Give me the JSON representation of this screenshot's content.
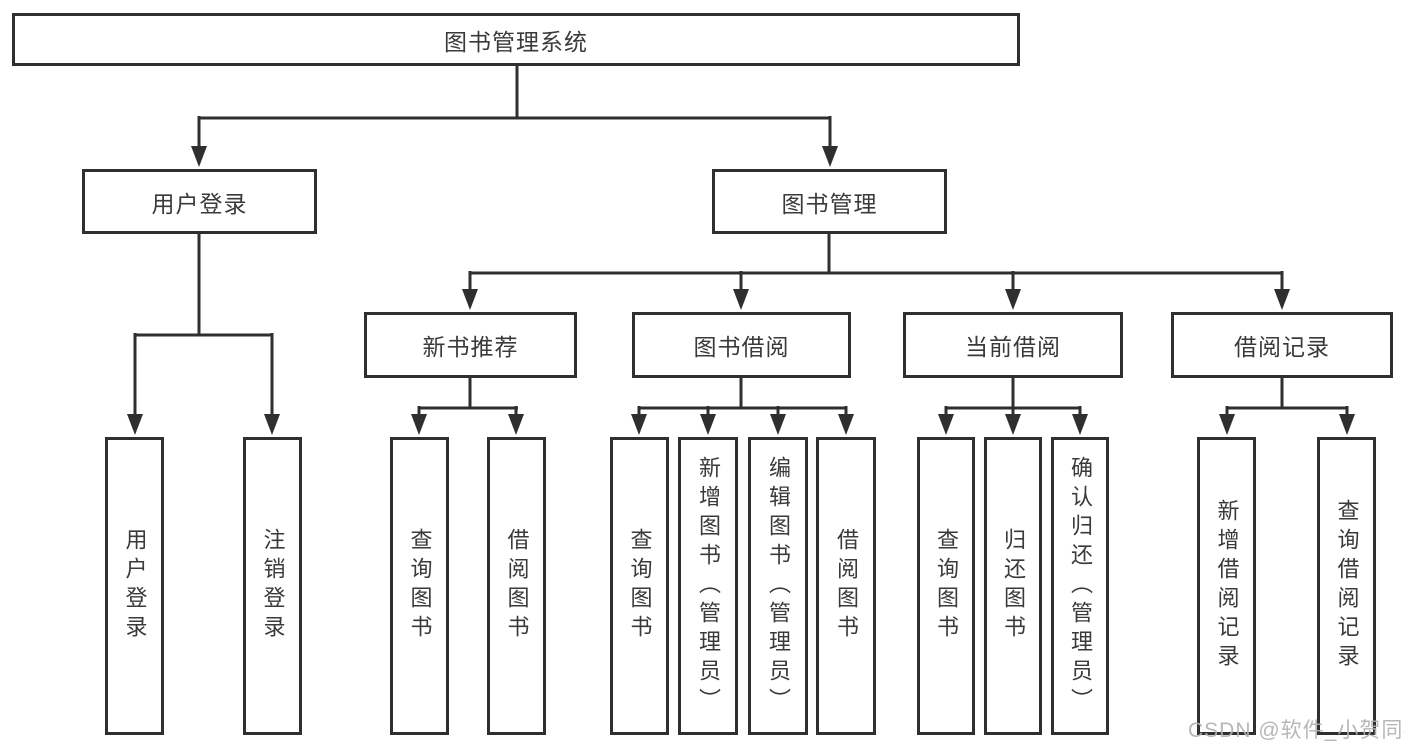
{
  "nodes": {
    "root": "图书管理系统",
    "login": {
      "label": "用户登录",
      "children": [
        "用户登录",
        "注销登录"
      ]
    },
    "mgmt": {
      "label": "图书管理"
    },
    "rec": {
      "label": "新书推荐",
      "children": [
        "查询图书",
        "借阅图书"
      ]
    },
    "borrow": {
      "label": "图书借阅",
      "children": [
        "查询图书",
        "新增图书（管理员）",
        "编辑图书（管理员）",
        "借阅图书"
      ]
    },
    "current": {
      "label": "当前借阅",
      "children": [
        "查询图书",
        "归还图书",
        "确认归还（管理员）"
      ]
    },
    "record": {
      "label": "借阅记录",
      "children": [
        "新增借阅记录",
        "查询借阅记录"
      ]
    }
  },
  "watermark": "CSDN @软件_小贺同学",
  "colors": {
    "line": "#2f2f2f",
    "text": "#3a3a3a",
    "box_background": "#ffffff",
    "background": "#ffffff",
    "watermark": "#b1b1b1"
  }
}
